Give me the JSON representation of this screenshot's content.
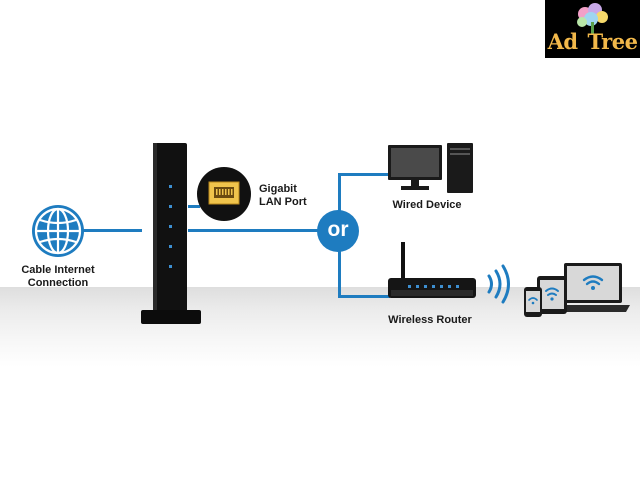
{
  "labels": {
    "cable_internet_line1": "Cable Internet",
    "cable_internet_line2": "Connection",
    "lan_port_line1": "Gigabit",
    "lan_port_line2": "LAN Port",
    "or": "or",
    "wired_device": "Wired Device",
    "wireless_router": "Wireless Router"
  },
  "logo": {
    "text_part1": "Ad",
    "text_part2": "Tree"
  },
  "icons": [
    "globe-icon",
    "cable-modem",
    "lan-port-icon",
    "desktop-computer-icon",
    "wireless-router-icon",
    "wifi-signal-icon",
    "phone-icon",
    "tablet-icon",
    "laptop-icon"
  ],
  "colors": {
    "accent": "#1e7cc0",
    "device": "#111111",
    "logo_text": "#f2b84a",
    "port": "#f0c44c"
  }
}
